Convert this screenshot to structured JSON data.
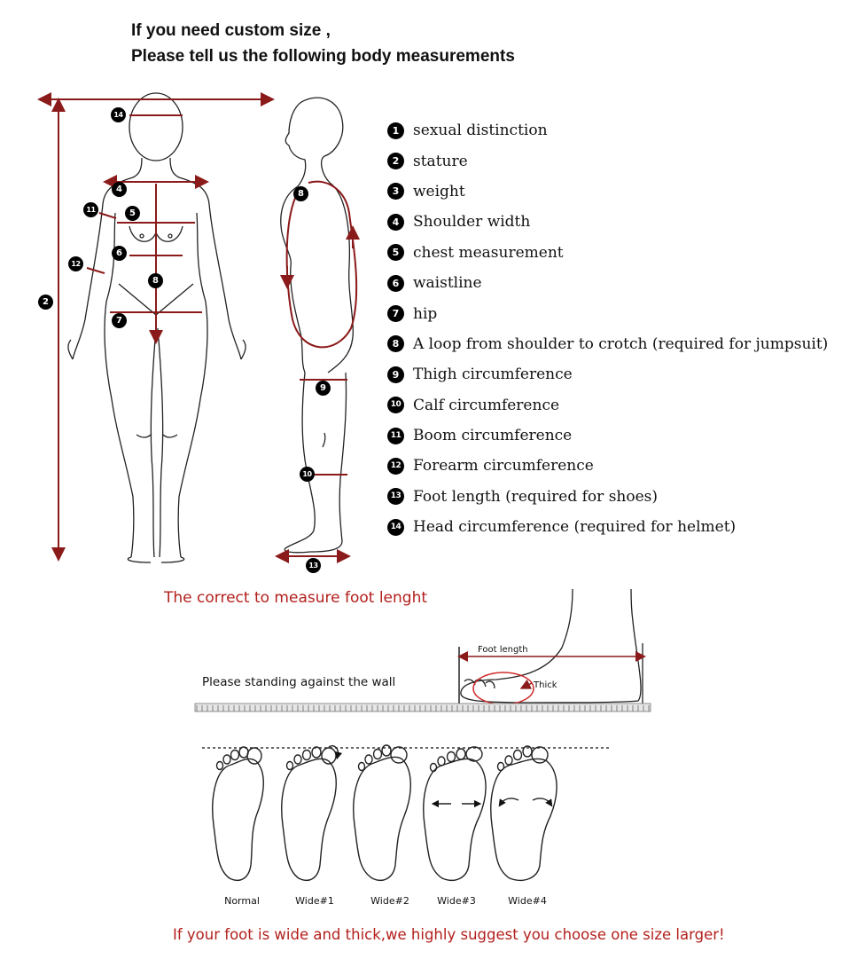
{
  "header": {
    "line1": "If you need custom size ,",
    "line2": "Please tell us the following body measurements"
  },
  "legend": [
    {
      "num": "1",
      "label": "sexual distinction"
    },
    {
      "num": "2",
      "label": "stature"
    },
    {
      "num": "3",
      "label": "weight"
    },
    {
      "num": "4",
      "label": "Shoulder width"
    },
    {
      "num": "5",
      "label": "chest measurement"
    },
    {
      "num": "6",
      "label": "waistline"
    },
    {
      "num": "7",
      "label": "hip"
    },
    {
      "num": "8",
      "label": "A loop from shoulder to crotch (required for jumpsuit)"
    },
    {
      "num": "9",
      "label": "Thigh circumference"
    },
    {
      "num": "10",
      "label": "Calf circumference"
    },
    {
      "num": "11",
      "label": "Boom circumference"
    },
    {
      "num": "12",
      "label": "Forearm circumference"
    },
    {
      "num": "13",
      "label": "Foot length (required for shoes)"
    },
    {
      "num": "14",
      "label": "Head circumference (required for helmet)"
    }
  ],
  "markers": {
    "m2": "2",
    "m4": "4",
    "m5": "5",
    "m6": "6",
    "m7": "7",
    "m8": "8",
    "m8b": "8",
    "m9": "9",
    "m10": "10",
    "m11": "11",
    "m12": "12",
    "m13": "13",
    "m14": "14"
  },
  "foot_section": {
    "title": "The correct to measure foot lenght",
    "wall_text": "Please standing against the wall",
    "foot_length_label": "Foot length",
    "thick_label": "Thick",
    "widths": [
      "Normal",
      "Wide#1",
      "Wide#2",
      "Wide#3",
      "Wide#4"
    ],
    "advice": "If your foot is wide and thick,we highly suggest you choose one size larger!"
  },
  "colors": {
    "accent": "#8b1a1a",
    "red_text": "#b3201d"
  }
}
